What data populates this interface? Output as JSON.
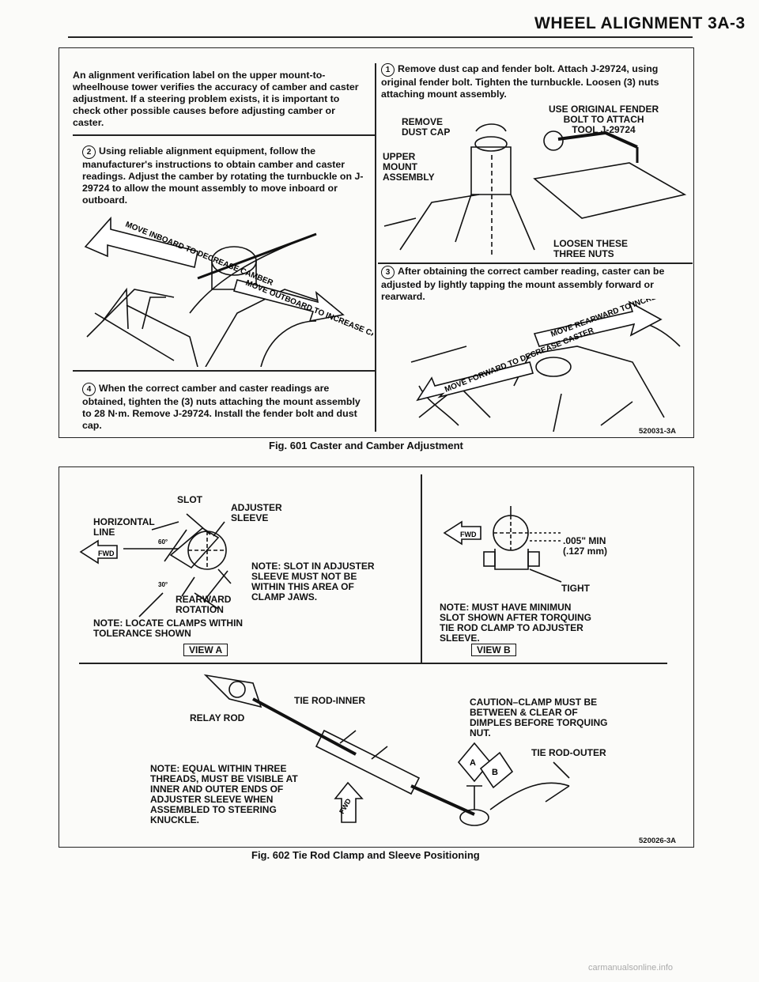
{
  "header": {
    "title": "WHEEL ALIGNMENT 3A-3"
  },
  "fig601": {
    "intro": "An alignment verification label on the upper mount-to-wheelhouse tower verifies the accuracy of camber and caster adjustment. If a steering problem exists, it is important to check other possible causes before adjusting camber or caster.",
    "step1": {
      "num": "1",
      "text": "Remove dust cap and fender bolt. Attach J-29724, using original fender bolt. Tighten the turnbuckle. Loosen (3) nuts attaching mount assembly."
    },
    "step2": {
      "num": "2",
      "text": "Using reliable alignment equipment, follow the manufacturer's instructions to obtain camber and caster readings. Adjust the camber by rotating the turnbuckle on J-29724 to allow the mount assembly to move inboard or outboard."
    },
    "step3": {
      "num": "3",
      "text": "After obtaining the correct camber reading, caster can be adjusted by lightly tapping the mount assembly forward or rearward."
    },
    "step4": {
      "num": "4",
      "text": "When the correct camber and caster readings are obtained, tighten the (3) nuts attaching the mount assembly to 28 N·m. Remove J-29724. Install the fender bolt and dust cap."
    },
    "labels": {
      "use_original": "USE ORIGINAL FENDER\nBOLT TO ATTACH\nTOOL J-29724",
      "remove_cap": "REMOVE\nDUST CAP",
      "upper_mount": "UPPER\nMOUNT\nASSEMBLY",
      "loosen": "LOOSEN THESE\nTHREE NUTS",
      "move_inboard": "MOVE INBOARD TO DECREASE CAMBER",
      "move_outboard": "MOVE OUTBOARD TO INCREASE CAMBER",
      "move_rearward": "MOVE REARWARD TO INCREASE CASTER",
      "move_forward": "MOVE FORWARD TO DECREASE CASTER"
    },
    "code": "520031-3A",
    "caption": "Fig. 601 Caster and Camber Adjustment"
  },
  "fig602": {
    "viewA": {
      "slot": "SLOT",
      "adjuster": "ADJUSTER\nSLEEVE",
      "horizontal": "HORIZONTAL\nLINE",
      "fwd": "FWD",
      "angle60": "60°",
      "angle30": "30°",
      "note_slot": "NOTE: SLOT IN ADJUSTER\nSLEEVE MUST NOT BE\nWITHIN THIS AREA OF\nCLAMP JAWS.",
      "rearward": "REARWARD\nROTATION",
      "note_locate": "NOTE: LOCATE CLAMPS WITHIN\nTOLERANCE SHOWN",
      "view": "VIEW A"
    },
    "viewB": {
      "fwd": "FWD",
      "min": ".005\" MIN\n(.127 mm)",
      "tight": "TIGHT",
      "note": "NOTE: MUST HAVE MINIMUN\nSLOT SHOWN AFTER TORQUING\nTIE ROD CLAMP TO ADJUSTER\nSLEEVE.",
      "view": "VIEW B"
    },
    "lower": {
      "tie_inner": "TIE ROD-INNER",
      "relay": "RELAY ROD",
      "caution": "CAUTION–CLAMP MUST BE\nBETWEEN & CLEAR OF\nDIMPLES BEFORE TORQUING\nNUT.",
      "tie_outer": "TIE ROD-OUTER",
      "note_equal": "NOTE: EQUAL WITHIN THREE\nTHREADS, MUST BE VISIBLE AT\nINNER AND OUTER ENDS OF\nADJUSTER SLEEVE WHEN\nASSEMBLED TO STEERING\nKNUCKLE.",
      "fwd": "FWD",
      "a": "A",
      "b": "B"
    },
    "code": "520026-3A",
    "caption": "Fig. 602 Tie Rod Clamp and Sleeve Positioning"
  },
  "watermark": "carmanualsonline.info"
}
